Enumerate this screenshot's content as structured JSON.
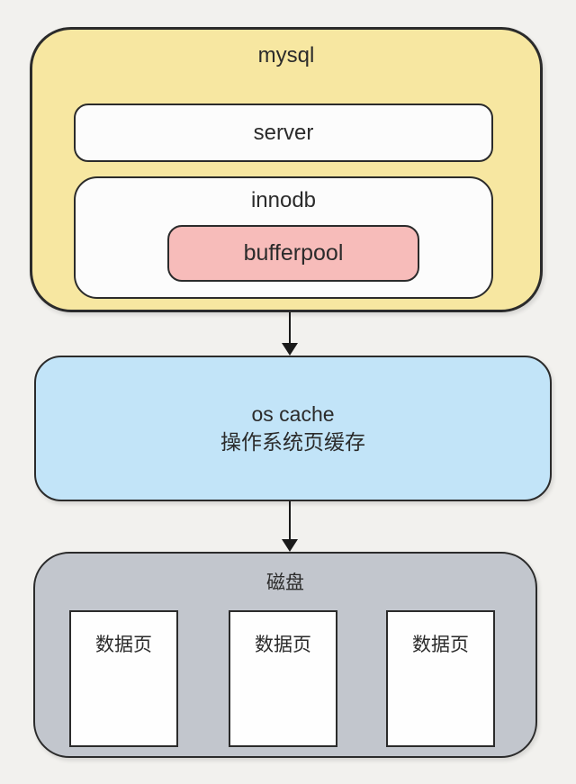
{
  "colors": {
    "background": "#f2f1ee",
    "text": "#2b2b2b",
    "border": "#2b2b2b",
    "arrow": "#1a1a1a",
    "mysql_fill": "#f7e7a1",
    "server_fill": "#fcfcfc",
    "innodb_fill": "#fcfcfc",
    "bufferpool_fill": "#f7bcba",
    "os_cache_fill": "#c2e4f8",
    "disk_fill": "#c2c6cd",
    "page_fill": "#fefefe"
  },
  "mysql": {
    "label": "mysql"
  },
  "server": {
    "label": "server"
  },
  "innodb": {
    "label": "innodb"
  },
  "bufferpool": {
    "label": "bufferpool"
  },
  "os_cache": {
    "label_en": "os cache",
    "label_zh": "操作系统页缓存"
  },
  "disk": {
    "label": "磁盘",
    "pages": [
      {
        "label": "数据页"
      },
      {
        "label": "数据页"
      },
      {
        "label": "数据页"
      }
    ]
  }
}
